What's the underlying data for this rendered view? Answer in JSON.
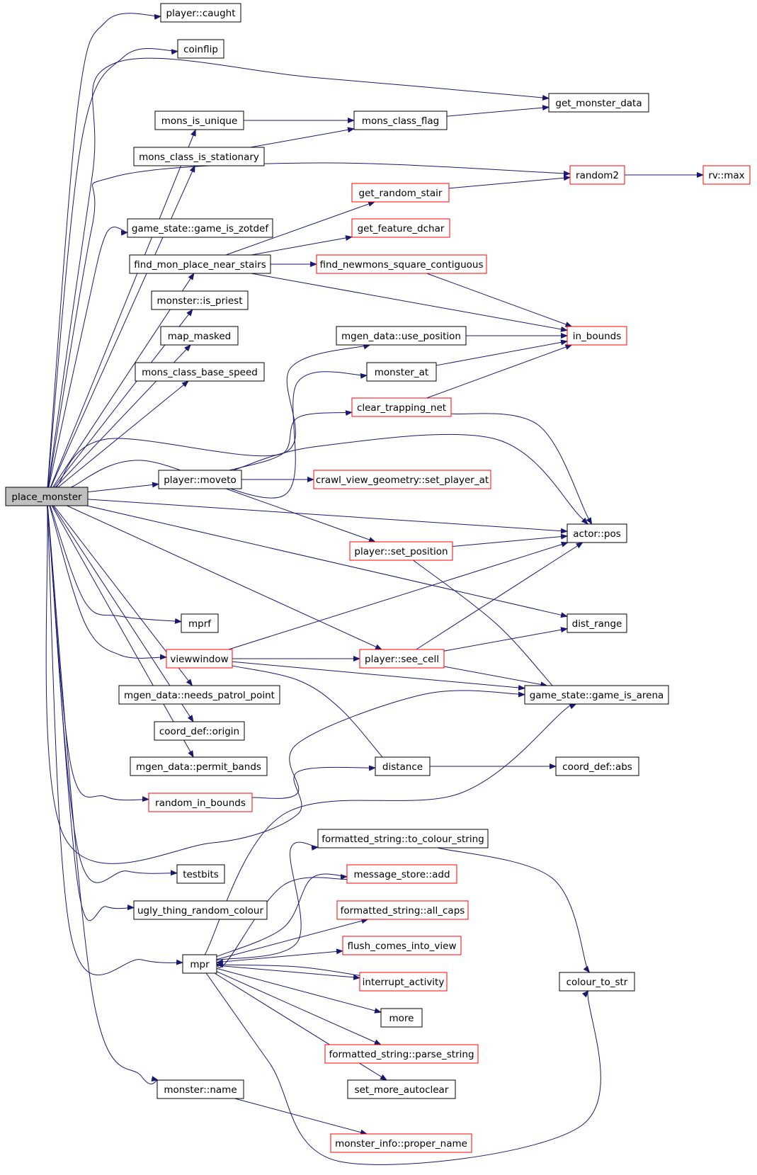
{
  "colors": {
    "edge": "#191970",
    "border_default": "#000000",
    "border_truncated": "#ff0000",
    "fill_root": "#bfbfbf",
    "fill_default": "#ffffff"
  },
  "nodes": [
    {
      "id": "place_monster",
      "label": "place_monster",
      "style": "root"
    },
    {
      "id": "player_caught",
      "label": "player::caught",
      "style": "default"
    },
    {
      "id": "coinflip",
      "label": "coinflip",
      "style": "default"
    },
    {
      "id": "get_monster_data",
      "label": "get_monster_data",
      "style": "default"
    },
    {
      "id": "mons_is_unique",
      "label": "mons_is_unique",
      "style": "default"
    },
    {
      "id": "mons_class_flag",
      "label": "mons_class_flag",
      "style": "default"
    },
    {
      "id": "mons_class_is_stationary",
      "label": "mons_class_is_stationary",
      "style": "default"
    },
    {
      "id": "random2",
      "label": "random2",
      "style": "truncated"
    },
    {
      "id": "rv_max",
      "label": "rv::max",
      "style": "truncated"
    },
    {
      "id": "get_random_stair",
      "label": "get_random_stair",
      "style": "truncated"
    },
    {
      "id": "game_is_zotdef",
      "label": "game_state::game_is_zotdef",
      "style": "default"
    },
    {
      "id": "get_feature_dchar",
      "label": "get_feature_dchar",
      "style": "truncated"
    },
    {
      "id": "find_mon_place_near_stairs",
      "label": "find_mon_place_near_stairs",
      "style": "default"
    },
    {
      "id": "find_newmons_square_contiguous",
      "label": "find_newmons_square_contiguous",
      "style": "truncated"
    },
    {
      "id": "monster_is_priest",
      "label": "monster::is_priest",
      "style": "default"
    },
    {
      "id": "map_masked",
      "label": "map_masked",
      "style": "default"
    },
    {
      "id": "use_position",
      "label": "mgen_data::use_position",
      "style": "default"
    },
    {
      "id": "in_bounds",
      "label": "in_bounds",
      "style": "truncated"
    },
    {
      "id": "mons_class_base_speed",
      "label": "mons_class_base_speed",
      "style": "default"
    },
    {
      "id": "monster_at",
      "label": "monster_at",
      "style": "default"
    },
    {
      "id": "clear_trapping_net",
      "label": "clear_trapping_net",
      "style": "truncated"
    },
    {
      "id": "player_moveto",
      "label": "player::moveto",
      "style": "default"
    },
    {
      "id": "set_player_at",
      "label": "crawl_view_geometry::set_player_at",
      "style": "truncated"
    },
    {
      "id": "actor_pos",
      "label": "actor::pos",
      "style": "default"
    },
    {
      "id": "player_set_position",
      "label": "player::set_position",
      "style": "truncated"
    },
    {
      "id": "mprf",
      "label": "mprf",
      "style": "default"
    },
    {
      "id": "dist_range",
      "label": "dist_range",
      "style": "default"
    },
    {
      "id": "viewwindow",
      "label": "viewwindow",
      "style": "truncated"
    },
    {
      "id": "player_see_cell",
      "label": "player::see_cell",
      "style": "truncated"
    },
    {
      "id": "needs_patrol_point",
      "label": "mgen_data::needs_patrol_point",
      "style": "default"
    },
    {
      "id": "game_is_arena",
      "label": "game_state::game_is_arena",
      "style": "default"
    },
    {
      "id": "coord_origin",
      "label": "coord_def::origin",
      "style": "default"
    },
    {
      "id": "permit_bands",
      "label": "mgen_data::permit_bands",
      "style": "default"
    },
    {
      "id": "distance",
      "label": "distance",
      "style": "default"
    },
    {
      "id": "coord_abs",
      "label": "coord_def::abs",
      "style": "default"
    },
    {
      "id": "random_in_bounds",
      "label": "random_in_bounds",
      "style": "truncated"
    },
    {
      "id": "to_colour_string",
      "label": "formatted_string::to_colour_string",
      "style": "default"
    },
    {
      "id": "message_store_add",
      "label": "message_store::add",
      "style": "truncated"
    },
    {
      "id": "testbits",
      "label": "testbits",
      "style": "default"
    },
    {
      "id": "all_caps",
      "label": "formatted_string::all_caps",
      "style": "truncated"
    },
    {
      "id": "ugly_thing_random_colour",
      "label": "ugly_thing_random_colour",
      "style": "default"
    },
    {
      "id": "flush_comes_into_view",
      "label": "flush_comes_into_view",
      "style": "truncated"
    },
    {
      "id": "mpr",
      "label": "mpr",
      "style": "default"
    },
    {
      "id": "interrupt_activity",
      "label": "interrupt_activity",
      "style": "truncated"
    },
    {
      "id": "colour_to_str",
      "label": "colour_to_str",
      "style": "default"
    },
    {
      "id": "more",
      "label": "more",
      "style": "default"
    },
    {
      "id": "parse_string",
      "label": "formatted_string::parse_string",
      "style": "truncated"
    },
    {
      "id": "set_more_autoclear",
      "label": "set_more_autoclear",
      "style": "default"
    },
    {
      "id": "monster_name",
      "label": "monster::name",
      "style": "default"
    },
    {
      "id": "proper_name",
      "label": "monster_info::proper_name",
      "style": "truncated"
    }
  ],
  "edges": [
    [
      "place_monster",
      "player_caught"
    ],
    [
      "place_monster",
      "coinflip"
    ],
    [
      "place_monster",
      "get_monster_data"
    ],
    [
      "place_monster",
      "mons_is_unique"
    ],
    [
      "place_monster",
      "mons_class_is_stationary"
    ],
    [
      "place_monster",
      "random2"
    ],
    [
      "place_monster",
      "game_is_zotdef"
    ],
    [
      "place_monster",
      "find_mon_place_near_stairs"
    ],
    [
      "place_monster",
      "monster_is_priest"
    ],
    [
      "place_monster",
      "map_masked"
    ],
    [
      "place_monster",
      "mons_class_base_speed"
    ],
    [
      "place_monster",
      "use_position"
    ],
    [
      "place_monster",
      "monster_at"
    ],
    [
      "place_monster",
      "player_moveto"
    ],
    [
      "place_monster",
      "actor_pos"
    ],
    [
      "place_monster",
      "dist_range"
    ],
    [
      "place_monster",
      "mprf"
    ],
    [
      "place_monster",
      "player_see_cell"
    ],
    [
      "place_monster",
      "viewwindow"
    ],
    [
      "place_monster",
      "needs_patrol_point"
    ],
    [
      "place_monster",
      "coord_origin"
    ],
    [
      "place_monster",
      "permit_bands"
    ],
    [
      "place_monster",
      "random_in_bounds"
    ],
    [
      "place_monster",
      "distance"
    ],
    [
      "place_monster",
      "testbits"
    ],
    [
      "place_monster",
      "ugly_thing_random_colour"
    ],
    [
      "place_monster",
      "mpr"
    ],
    [
      "place_monster",
      "monster_name"
    ],
    [
      "mons_is_unique",
      "mons_class_flag"
    ],
    [
      "mons_class_is_stationary",
      "mons_class_flag"
    ],
    [
      "mons_class_flag",
      "get_monster_data"
    ],
    [
      "random2",
      "rv_max"
    ],
    [
      "find_mon_place_near_stairs",
      "get_random_stair"
    ],
    [
      "find_mon_place_near_stairs",
      "get_feature_dchar"
    ],
    [
      "find_mon_place_near_stairs",
      "find_newmons_square_contiguous"
    ],
    [
      "find_mon_place_near_stairs",
      "in_bounds"
    ],
    [
      "get_random_stair",
      "random2"
    ],
    [
      "find_newmons_square_contiguous",
      "in_bounds"
    ],
    [
      "use_position",
      "in_bounds"
    ],
    [
      "monster_at",
      "in_bounds"
    ],
    [
      "clear_trapping_net",
      "in_bounds"
    ],
    [
      "clear_trapping_net",
      "actor_pos"
    ],
    [
      "player_moveto",
      "clear_trapping_net"
    ],
    [
      "player_moveto",
      "set_player_at"
    ],
    [
      "player_moveto",
      "actor_pos"
    ],
    [
      "player_moveto",
      "player_set_position"
    ],
    [
      "player_set_position",
      "actor_pos"
    ],
    [
      "player_set_position",
      "game_is_arena"
    ],
    [
      "viewwindow",
      "actor_pos"
    ],
    [
      "viewwindow",
      "player_see_cell"
    ],
    [
      "viewwindow",
      "game_is_arena"
    ],
    [
      "viewwindow",
      "distance"
    ],
    [
      "player_see_cell",
      "actor_pos"
    ],
    [
      "player_see_cell",
      "dist_range"
    ],
    [
      "player_see_cell",
      "game_is_arena"
    ],
    [
      "random_in_bounds",
      "game_is_arena"
    ],
    [
      "distance",
      "coord_abs"
    ],
    [
      "mpr",
      "to_colour_string"
    ],
    [
      "mpr",
      "message_store_add"
    ],
    [
      "mpr",
      "all_caps"
    ],
    [
      "mpr",
      "flush_comes_into_view"
    ],
    [
      "mpr",
      "interrupt_activity"
    ],
    [
      "mpr",
      "more"
    ],
    [
      "mpr",
      "parse_string"
    ],
    [
      "mpr",
      "set_more_autoclear"
    ],
    [
      "mpr",
      "colour_to_str"
    ],
    [
      "mpr",
      "game_is_arena"
    ],
    [
      "to_colour_string",
      "colour_to_str"
    ],
    [
      "monster_name",
      "proper_name"
    ],
    [
      "message_store_add",
      "mpr"
    ],
    [
      "interrupt_activity",
      "mpr"
    ]
  ]
}
